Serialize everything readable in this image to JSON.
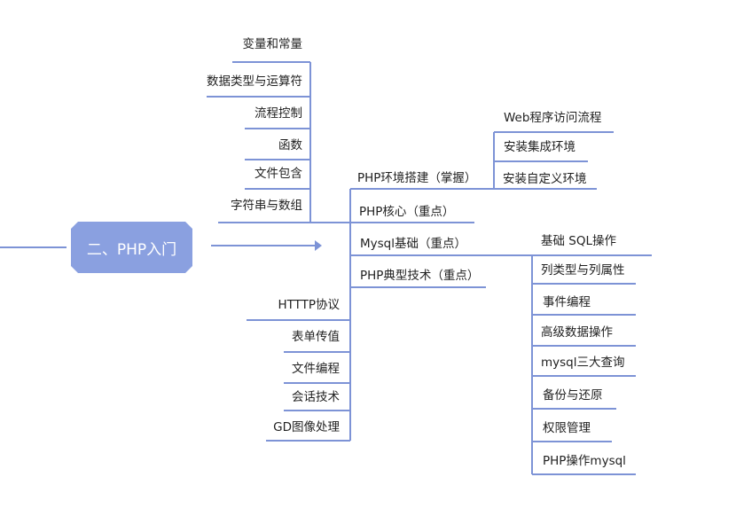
{
  "root": {
    "label": "二、PHP入门"
  },
  "colors": {
    "line": "#7d93d6",
    "root_fill": "#8aa0e0",
    "root_text": "#ffffff"
  },
  "main_branches": [
    "PHP环境搭建（掌握）",
    "PHP核心（重点）",
    "Mysql基础（重点）",
    "PHP典型技术（重点）"
  ],
  "php_core_items": [
    "变量和常量",
    "数据类型与运算符",
    "流程控制",
    "函数",
    "文件包含",
    "字符串与数组"
  ],
  "env_items": [
    "Web程序访问流程",
    "安装集成环境",
    "安装自定义环境"
  ],
  "mysql_items": [
    "基础 SQL操作",
    "列类型与列属性",
    "事件编程",
    "高级数据操作",
    "mysql三大查询",
    "备份与还原",
    "权限管理",
    "PHP操作mysql"
  ],
  "tech_items": [
    "HTTTP协议",
    "表单传值",
    "文件编程",
    "会话技术",
    "GD图像处理"
  ]
}
